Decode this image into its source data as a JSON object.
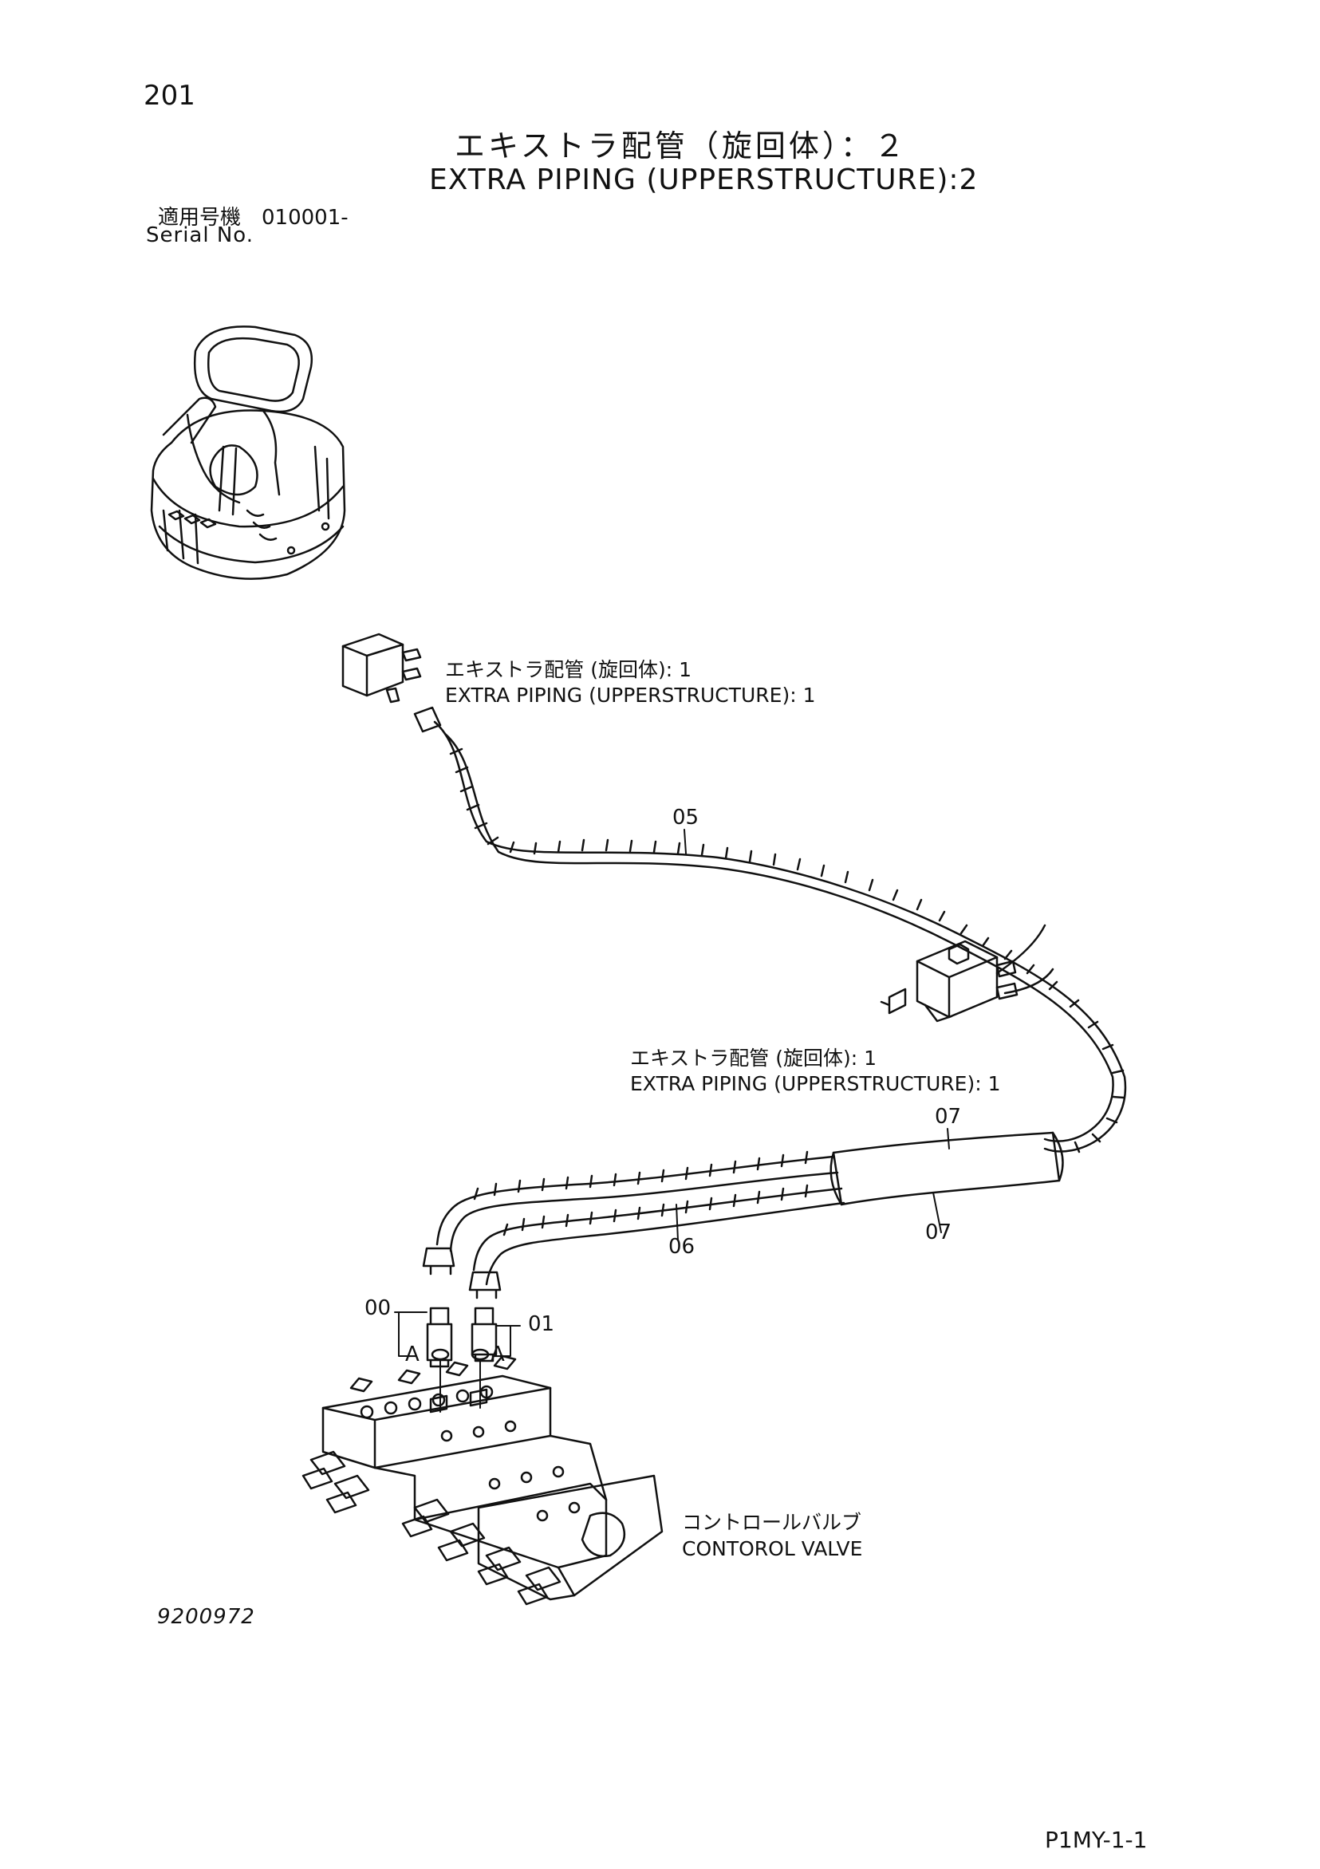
{
  "header": {
    "page_number": "201",
    "title_jp": "エキストラ配管（旋回体）：２",
    "title_en": "EXTRA PIPING (UPPERSTRUCTURE):2",
    "serial_jp": "適用号機　010001-",
    "serial_en": "Serial No."
  },
  "callouts": {
    "upper_left_jp": "エキストラ配管 (旋回体): 1",
    "upper_left_en": "EXTRA PIPING (UPPERSTRUCTURE): 1",
    "middle_jp": "エキストラ配管 (旋回体): 1",
    "middle_en": "EXTRA PIPING (UPPERSTRUCTURE): 1",
    "valve_jp": "コントロールバルブ",
    "valve_en": "CONTOROL VALVE"
  },
  "parts": {
    "p05": "05",
    "p06": "06",
    "p07_top": "07",
    "p07_bottom": "07",
    "p00": "00",
    "p01": "01",
    "a_left": "A",
    "a_right": "A"
  },
  "footer": {
    "drawing_number": "9200972",
    "page_code": "P1MY-1-1"
  }
}
